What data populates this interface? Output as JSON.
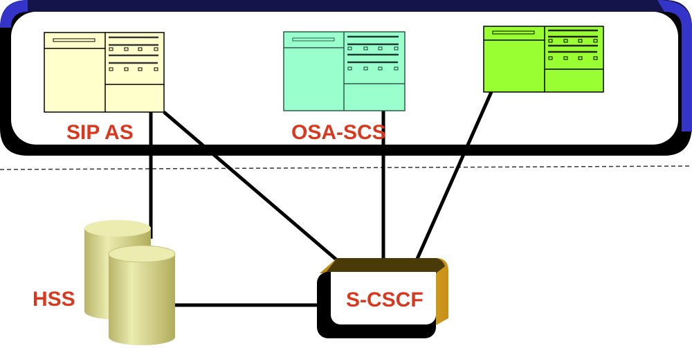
{
  "labels": {
    "sip_as": "SIP AS",
    "osa_scs": "OSA-SCS",
    "hss": "HSS",
    "s_cscf": "S-CSCF"
  },
  "colors": {
    "label_red": "#d8381e",
    "sip_as_box": "#ffffcc",
    "osa_scs_box": "#99ffcc",
    "third_server_box": "#99ff33",
    "hss_cylinder": "#dcd88a",
    "s_cscf_gold": "#d4a020",
    "band_navy": "#14144a"
  }
}
